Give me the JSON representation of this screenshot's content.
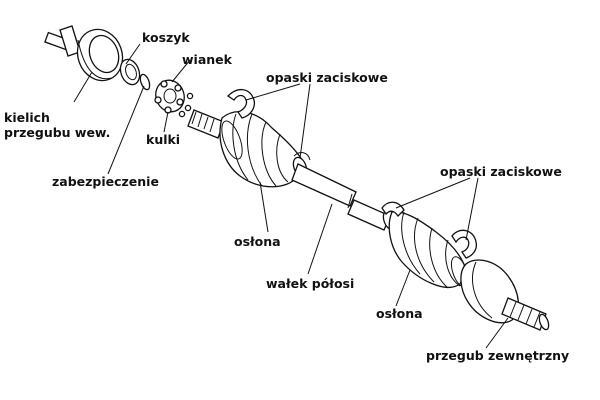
{
  "labels": {
    "koszyk": "koszyk",
    "wianek": "wianek",
    "kielich_line1": "kielich",
    "kielich_line2": "przegubu wew.",
    "kulki": "kulki",
    "zabezpieczenie": "zabezpieczenie",
    "opaski_top": "opaski zaciskowe",
    "opaski_right": "opaski zaciskowe",
    "oslona_left": "osłona",
    "walek": "wałek półosi",
    "oslona_bottom": "osłona",
    "przegub": "przegub zewnętrzny"
  }
}
